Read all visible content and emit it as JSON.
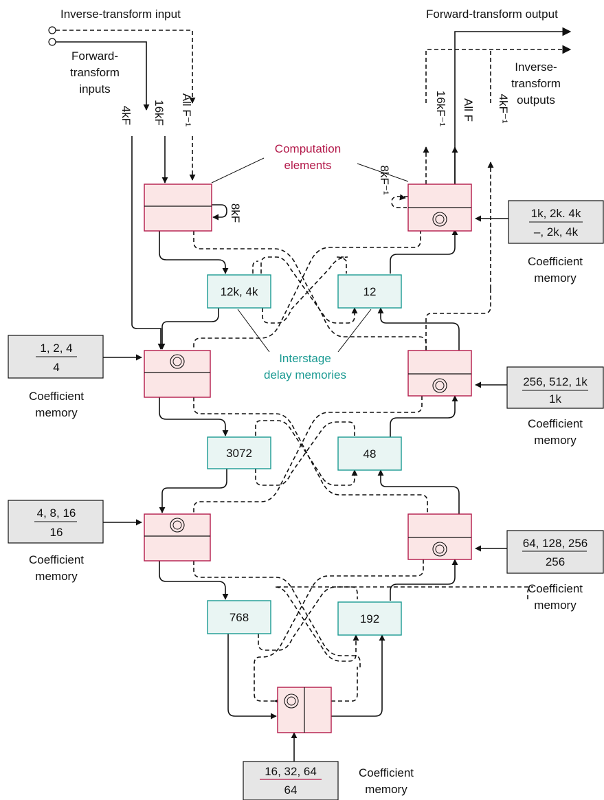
{
  "labels": {
    "inverse_input": "Inverse-transform input",
    "forward_inputs": [
      "Forward-",
      "transform",
      "inputs"
    ],
    "forward_output": "Forward-transform output",
    "inverse_outputs": [
      "Inverse-",
      "transform",
      "outputs"
    ],
    "computation_elements": [
      "Computation",
      "elements"
    ],
    "interstage_delay": [
      "Interstage",
      "delay memories"
    ],
    "coefficient_memory": [
      "Coefficient",
      "memory"
    ]
  },
  "signals": {
    "in_4kF": "4kF",
    "in_16kF": "16kF",
    "in_allFinv": "All F⁻¹",
    "out_16kFinv": "16kF⁻¹",
    "out_allF": "All F",
    "out_4kFinv": "4kF⁻¹",
    "loop_8kF": "8kF",
    "loop_8kFinv": "8kF⁻¹"
  },
  "delays": {
    "d1": "12k, 4k",
    "d2": "12",
    "d3": "3072",
    "d4": "48",
    "d5": "768",
    "d6": "192"
  },
  "coefficients": {
    "top_right": {
      "top": "1k, 2k. 4k",
      "bottom": "–, 2k, 4k"
    },
    "left_1": {
      "top": "1, 2, 4",
      "bottom": "4"
    },
    "right_2": {
      "top": "256, 512, 1k",
      "bottom": "1k"
    },
    "left_2": {
      "top": "4, 8, 16",
      "bottom": "16"
    },
    "right_3": {
      "top": "64, 128, 256",
      "bottom": "256"
    },
    "bottom": {
      "top": "16, 32, 64",
      "bottom": "64"
    }
  }
}
